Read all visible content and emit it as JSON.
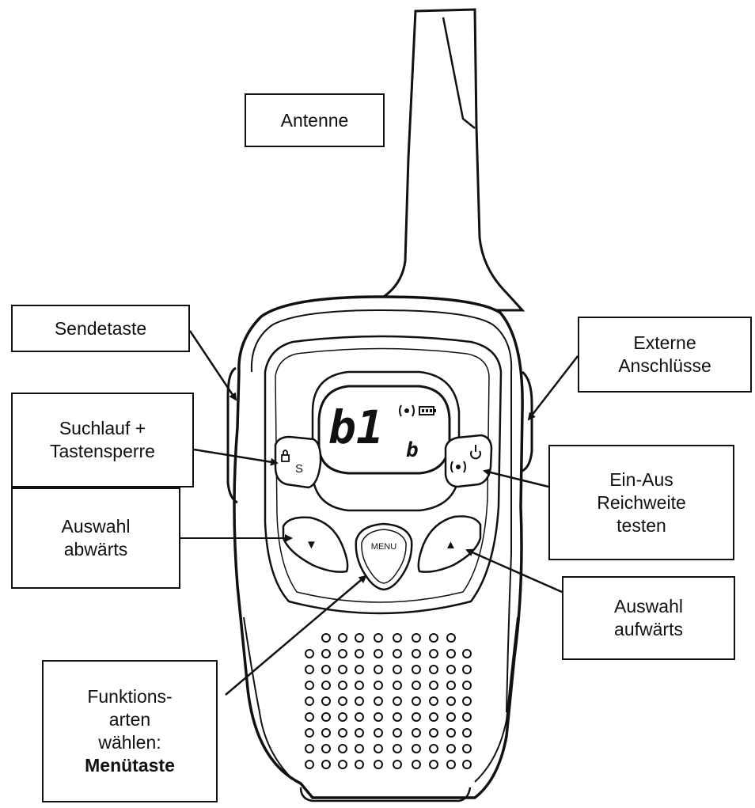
{
  "labels": {
    "antenna": "Antenne",
    "ptt": "Sendetaste",
    "external": [
      "Externe",
      "Anschlüsse"
    ],
    "scan_lock": [
      "Suchlauf +",
      "Tastensperre"
    ],
    "power_range": [
      "Ein-Aus",
      "Reichweite",
      "testen"
    ],
    "select_down": [
      "Auswahl",
      "abwärts"
    ],
    "select_up": [
      "Auswahl",
      "aufwärts"
    ],
    "menu_function": [
      "Funktions-",
      "arten",
      "wählen:"
    ],
    "menu_key": "Menütaste"
  },
  "device": {
    "display_channel": "b1",
    "display_subchannel": "b",
    "menu_button": "MENU",
    "scan_button_symbol": "S",
    "down_symbol": "▼",
    "up_symbol": "▲"
  }
}
